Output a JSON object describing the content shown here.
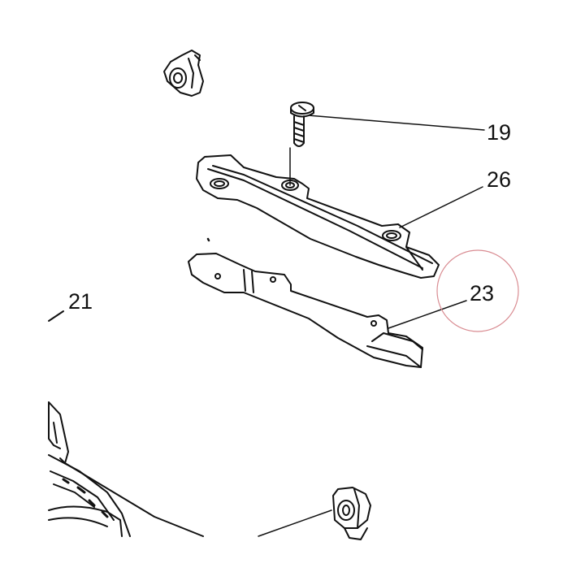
{
  "diagram": {
    "callouts": [
      {
        "id": "19",
        "text": "19"
      },
      {
        "id": "26",
        "text": "26"
      },
      {
        "id": "23",
        "text": "23"
      },
      {
        "id": "21",
        "text": "21"
      }
    ],
    "highlighted_callout": "23",
    "colors": {
      "line": "#111111",
      "highlight_circle": "#d98c92",
      "background": "#ffffff"
    }
  }
}
